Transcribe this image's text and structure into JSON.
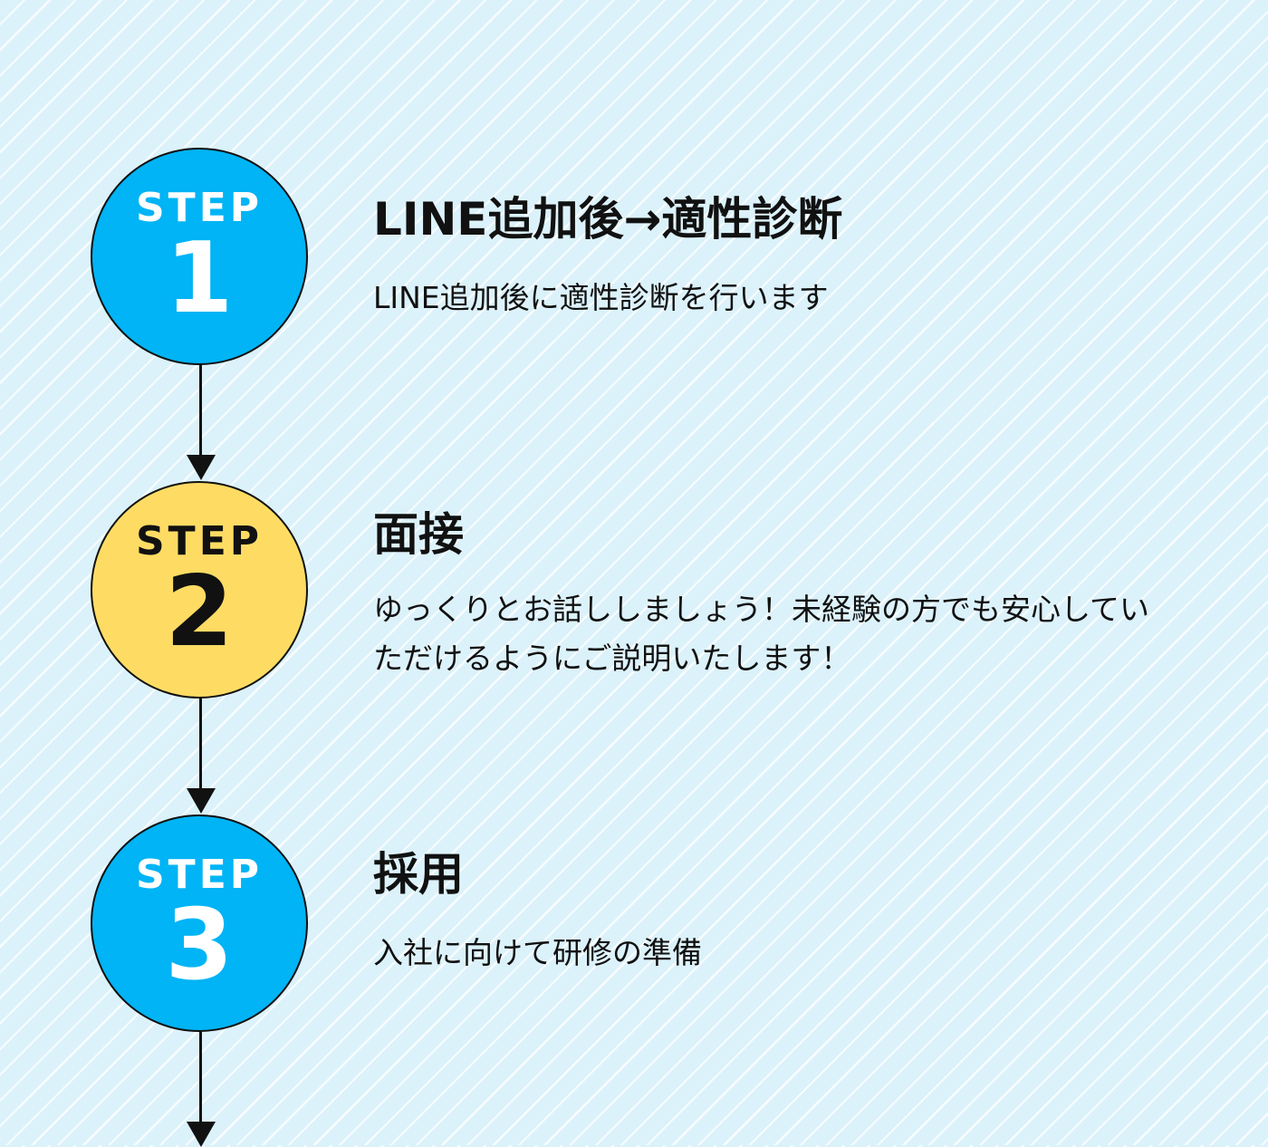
{
  "steps": [
    {
      "label": "STEP",
      "number": "1",
      "title": "LINE追加後→適性診断",
      "description": "LINE追加後に適性診断を行います",
      "color": "#00b4f5"
    },
    {
      "label": "STEP",
      "number": "2",
      "title": "面接",
      "description": "ゆっくりとお話ししましょう！未経験の方でも安心していただけるようにご説明いたします！",
      "color": "#fedc64"
    },
    {
      "label": "STEP",
      "number": "3",
      "title": "採用",
      "description": "入社に向けて研修の準備",
      "color": "#00b4f5"
    }
  ]
}
